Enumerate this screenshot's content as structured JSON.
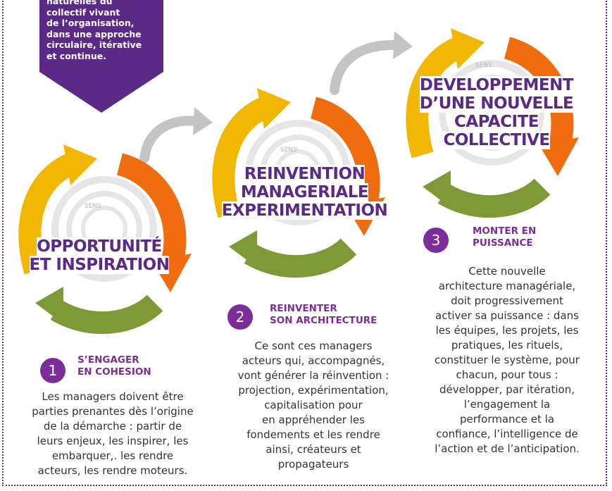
{
  "banner": {
    "lines": [
      "naturelles du",
      "collectif vivant",
      "de l’organisation,",
      "dans une approche",
      "circulaire, itérative",
      "et continue."
    ]
  },
  "stages": [
    {
      "title_lines": [
        "OPPORTUNITÉ",
        "ET INSPIRATION"
      ],
      "number": "1",
      "step_title_lines": [
        "S’ENGAGER",
        "EN COHESION"
      ],
      "text_lines": [
        "Les managers doivent être",
        "parties prenantes dès l’origine",
        "de la démarche : partir de",
        "leurs enjeux, les inspirer, les",
        "embarquer,. les rendre",
        "acteurs, les rendre moteurs."
      ],
      "ring_label": "SENS"
    },
    {
      "title_lines": [
        "REINVENTION",
        "MANAGERIALE",
        "EXPERIMENTATION"
      ],
      "number": "2",
      "step_title_lines": [
        "REINVENTER",
        "SON ARCHITECTURE"
      ],
      "text_lines": [
        "Ce sont ces managers",
        "acteurs qui, accompagnés,",
        "vont générer la réinvention :",
        "projection, expérimentation,",
        "capitalisation pour",
        "en appréhender les",
        "fondements et les rendre",
        "ainsi, créateurs et",
        "propagateurs"
      ],
      "ring_label": "SENS"
    },
    {
      "title_lines": [
        "DEVELOPPEMENT",
        "D’UNE NOUVELLE",
        "CAPACITE",
        "COLLECTIVE"
      ],
      "number": "3",
      "step_title_lines": [
        "MONTER EN",
        "PUISSANCE"
      ],
      "text_lines": [
        "Cette nouvelle",
        "architecture managériale,",
        "doit progressivement",
        "activer sa puissance : dans",
        "les équipes, les projets, les",
        "pratiques, les rituels,",
        "constituer le système, pour",
        "chacun, pour tous :",
        "développer, par itération,",
        "l’engagement la",
        "performance et la",
        "confiance, l’intelligence de",
        "l’action et de l’anticipation."
      ],
      "ring_label": "SENS"
    }
  ],
  "colors": {
    "purple": "#5b2a86",
    "badge": "#7b2d99",
    "yellow": "#f2b705",
    "orange": "#ef6c0f",
    "green": "#7d9a36",
    "grey_arrow": "#c4c4c4"
  }
}
